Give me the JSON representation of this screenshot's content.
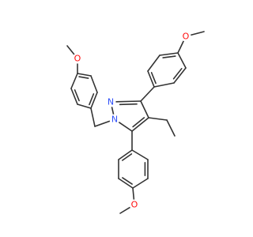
{
  "diagram": {
    "type": "skeletal-structure",
    "colors": {
      "bond": "#333333",
      "oxygen": "#ff0d0d",
      "nitrogen": "#3050f8",
      "background": "#ffffff"
    },
    "atom_labels": {
      "o_top_right": "O",
      "o_top_left": "O",
      "o_bottom": "O",
      "n_upper": "N",
      "n_lower": "N"
    }
  }
}
